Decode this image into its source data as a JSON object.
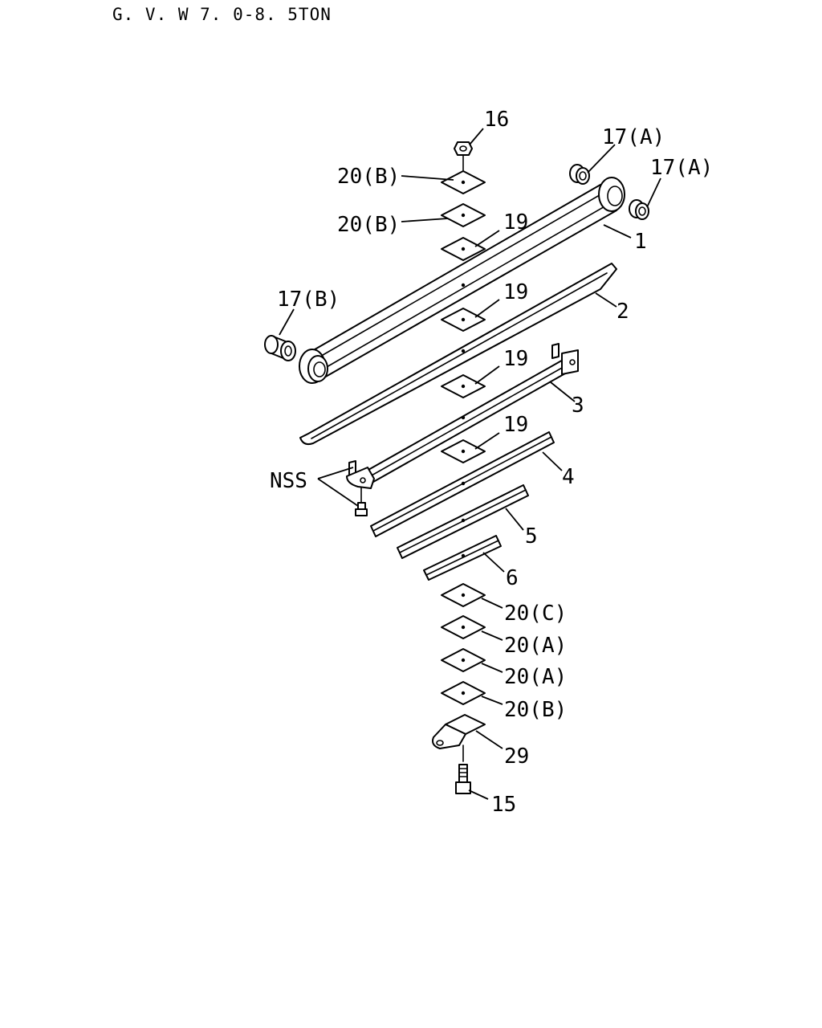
{
  "header": {
    "title": "G. V. W  7. 0-8. 5TON"
  },
  "callouts": {
    "c16": "16",
    "c17a_1": "17(A)",
    "c17a_2": "17(A)",
    "c20b_1": "20(B)",
    "c20b_2": "20(B)",
    "c19_1": "19",
    "c1": "1",
    "c17b": "17(B)",
    "c19_2": "19",
    "c2": "2",
    "c19_3": "19",
    "c3": "3",
    "c19_4": "19",
    "cnss": "NSS",
    "c4": "4",
    "c5": "5",
    "c6": "6",
    "c20c": "20(C)",
    "c20a_1": "20(A)",
    "c20a_2": "20(A)",
    "c20b_3": "20(B)",
    "c29": "29",
    "c15": "15"
  },
  "colors": {
    "line": "#000000",
    "background": "#ffffff"
  }
}
